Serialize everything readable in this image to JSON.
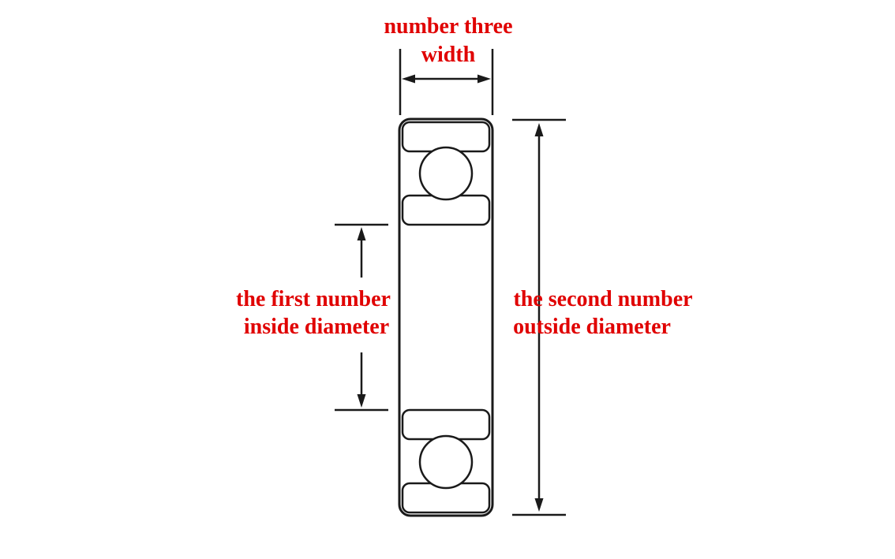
{
  "diagram": {
    "colors": {
      "label_red": "#e00000",
      "line_black": "#1a1a1a",
      "bearing_gray": "#d8d8d8",
      "ball_white": "#ffffff",
      "background": "#ffffff"
    },
    "width_dimension": {
      "line1": "number three",
      "line2": "width"
    },
    "inside_diameter_dimension": {
      "line1": "the first number",
      "line2": "inside diameter"
    },
    "outside_diameter_dimension": {
      "line1": "the second number",
      "line2": "outside diameter"
    }
  }
}
